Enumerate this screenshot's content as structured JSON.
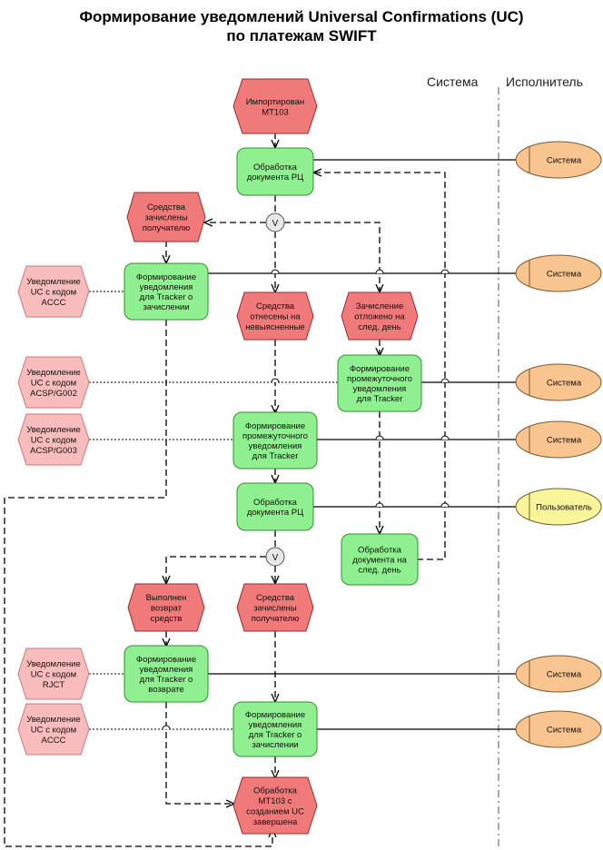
{
  "title_line1": "Формирование уведомлений Universal Confirmations (UC)",
  "title_line2": "по платежам SWIFT",
  "lanes": {
    "system": "Система",
    "performer": "Исполнитель"
  },
  "gateway_symbol": "V",
  "events": {
    "imported": [
      "Импортирован",
      "МТ103"
    ],
    "credited1": [
      "Средства",
      "зачислены",
      "получателю"
    ],
    "unclear": [
      "Средства",
      "отнесены на",
      "невыясненные"
    ],
    "postponed": [
      "Зачисление",
      "отложено на",
      "след. день"
    ],
    "returned": [
      "Выполнен",
      "возврат",
      "средств"
    ],
    "credited2": [
      "Средства",
      "зачислены",
      "получателю"
    ],
    "done": [
      "Обработка",
      "МТ103 с",
      "созданием UC",
      "завершена"
    ]
  },
  "functions": {
    "process1": [
      "Обработка",
      "документа РЦ"
    ],
    "form_acsc1": [
      "Формирование",
      "уведомления",
      "для Tracker о",
      "зачислении"
    ],
    "form_interim_right": [
      "Формирование",
      "промежуточного",
      "уведомления",
      "для Tracker"
    ],
    "form_interim_mid": [
      "Формирование",
      "промежуточного",
      "уведомления",
      "для Tracker"
    ],
    "process2": [
      "Обработка",
      "документа РЦ"
    ],
    "process_nextday": [
      "Обработка",
      "документа на",
      "след. день"
    ],
    "form_return": [
      "Формирование",
      "уведомления",
      "для Tracker о",
      "возврате"
    ],
    "form_acsc2": [
      "Формирование",
      "уведомления",
      "для Tracker о",
      "зачислении"
    ]
  },
  "documents": {
    "acsc1": [
      "Уведомление",
      "UC с кодом",
      "ACCC"
    ],
    "acsp_g002": [
      "Уведомление",
      "UC с кодом",
      "ACSP/G002"
    ],
    "acsp_g003": [
      "Уведомление",
      "UC с кодом",
      "ACSP/G003"
    ],
    "rjct": [
      "Уведомление",
      "UC с кодом",
      "RJCT"
    ],
    "acsc2": [
      "Уведомление",
      "UC с кодом",
      "ACCC"
    ]
  },
  "roles": {
    "r1": "Система",
    "r2": "Система",
    "r3": "Система",
    "r4": "Система",
    "r5": "Пользователь",
    "r6": "Система",
    "r7": "Система"
  },
  "colors": {
    "event_fill": "#f07a7a",
    "event_stroke": "#9a2b2b",
    "function_fill": "#8ef08e",
    "function_stroke": "#2f8f2f",
    "document_fill": "#f9bcbc",
    "document_stroke": "#c77a7a",
    "role_system_fill": "#f8c48f",
    "role_user_fill": "#f8f59a",
    "role_stroke": "#7a5a30",
    "gateway_fill": "#e8e8e8"
  }
}
